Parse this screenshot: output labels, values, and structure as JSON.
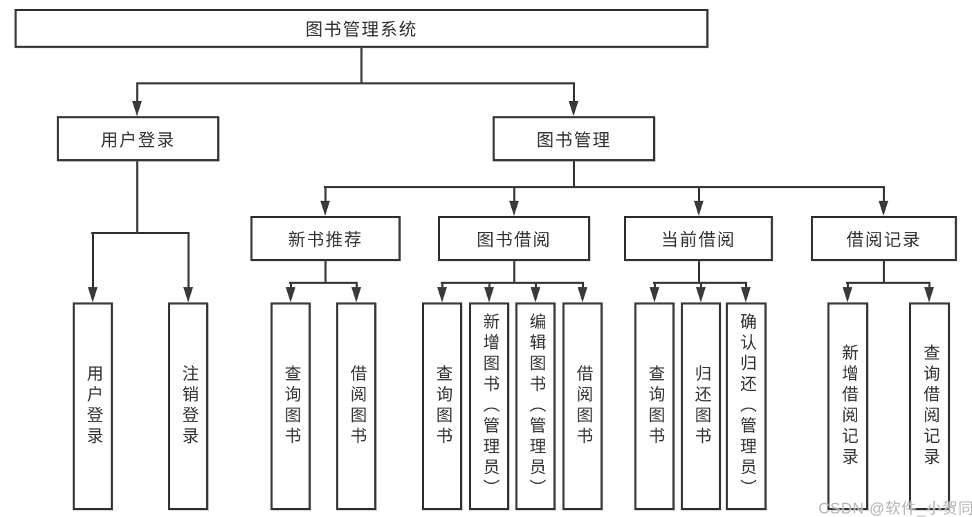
{
  "colors": {
    "line": "#3a3a3a",
    "box_border": "#3a3a3a",
    "text": "#333333",
    "background": "#ffffff",
    "watermark": "#b5b5b5"
  },
  "watermark": {
    "text": "CSDN @软件_小贺同学"
  },
  "diagram": {
    "type": "hierarchy",
    "nodes": [
      {
        "id": "system",
        "level": 1,
        "label": "图书管理系统"
      },
      {
        "id": "user-login",
        "level": 2,
        "label": "用户登录"
      },
      {
        "id": "book-management",
        "level": 2,
        "label": "图书管理"
      },
      {
        "id": "new-book-recommendation",
        "level": 3,
        "label": "新书推荐"
      },
      {
        "id": "book-borrowing",
        "level": 3,
        "label": "图书借阅"
      },
      {
        "id": "current-borrowing",
        "level": 3,
        "label": "当前借阅"
      },
      {
        "id": "borrowing-records",
        "level": 3,
        "label": "借阅记录"
      },
      {
        "id": "user-login-action",
        "level": 4,
        "label": "用户登录"
      },
      {
        "id": "logout-action",
        "level": 4,
        "label": "注销登录"
      },
      {
        "id": "query-books-recommend",
        "level": 4,
        "label": "查询图书"
      },
      {
        "id": "borrow-books-recommend",
        "level": 4,
        "label": "借阅图书"
      },
      {
        "id": "query-books-borrow",
        "level": 4,
        "label": "查询图书"
      },
      {
        "id": "add-book-admin",
        "level": 4,
        "label": "新增图书（管理员）"
      },
      {
        "id": "edit-book-admin",
        "level": 4,
        "label": "编辑图书（管理员）"
      },
      {
        "id": "borrow-books-borrow",
        "level": 4,
        "label": "借阅图书"
      },
      {
        "id": "query-books-current",
        "level": 4,
        "label": "查询图书"
      },
      {
        "id": "return-book",
        "level": 4,
        "label": "归还图书"
      },
      {
        "id": "confirm-return-admin",
        "level": 4,
        "label": "确认归还（管理员）"
      },
      {
        "id": "add-borrowing-record",
        "level": 4,
        "label": "新增借阅记录"
      },
      {
        "id": "query-borrowing-record",
        "level": 4,
        "label": "查询借阅记录"
      }
    ]
  }
}
